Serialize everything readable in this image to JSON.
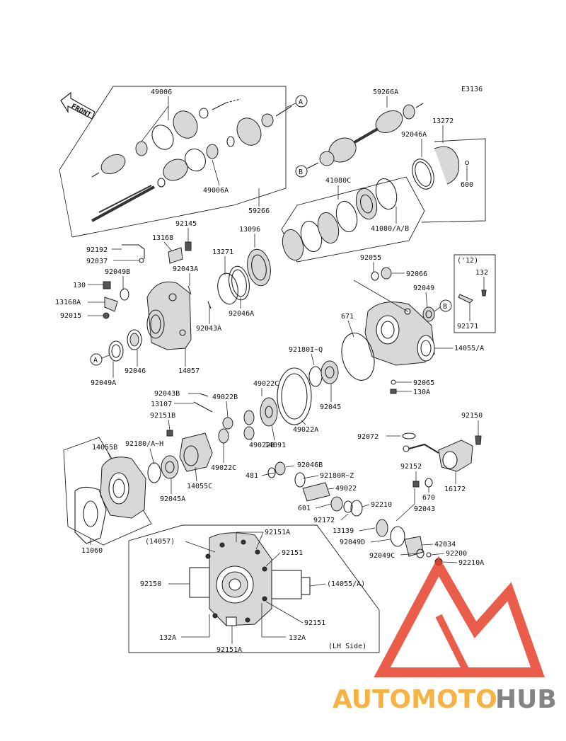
{
  "diagram": {
    "code": "E3136",
    "front_label": "FRONT",
    "inset_note": "(LH Side)",
    "revision_note": "('12)",
    "watermark": {
      "auto": "AUTOMOTO",
      "hub": "HUB"
    },
    "colors": {
      "watermark_red": "#e8412c",
      "watermark_orange": "#f5a623",
      "watermark_grey": "#6f6f6f"
    },
    "callouts": {
      "A": "A",
      "B": "B"
    },
    "labels": {
      "p49006": "49006",
      "p49006A": "49006A",
      "p59266": "59266",
      "p59266A": "59266A",
      "p13272": "13272",
      "p92046A_top": "92046A",
      "p600": "600",
      "p41080C": "41080C",
      "p41080AB": "41080/A/B",
      "p92145": "92145",
      "p13168": "13168",
      "p92192": "92192",
      "p92037": "92037",
      "p92049B": "92049B",
      "p130": "130",
      "p13168A": "13168A",
      "p92015": "92015",
      "p13271": "13271",
      "p13096": "13096",
      "p92043A_1": "92043A",
      "p92046A_mid": "92046A",
      "p92043A_2": "92043A",
      "p92055": "92055",
      "p92066": "92066",
      "p92049": "92049",
      "p132": "132",
      "p92171": "92171",
      "p671": "671",
      "p14055A": "14055/A",
      "p92180IQ": "92180I~Q",
      "p92065": "92065",
      "p130A": "130A",
      "p92045": "92045",
      "p92049A": "92049A",
      "p92046": "92046",
      "p14057": "14057",
      "p92043B": "92043B",
      "p49022C_1": "49022C",
      "p13107": "13107",
      "p49022B_1": "49022B",
      "p92151B": "92151B",
      "p49022B_2": "49022B",
      "p14091": "14091",
      "p49022A": "49022A",
      "p92180AH": "92180/A~H",
      "p14055B": "14055B",
      "p49022C_2": "49022C",
      "p14055C": "14055C",
      "p92045A": "92045A",
      "p92072": "92072",
      "p92150_r": "92150",
      "p92046B": "92046B",
      "p481": "481",
      "p92180RZ": "92180R~Z",
      "p49022": "49022",
      "p92152": "92152",
      "p16172": "16172",
      "p670": "670",
      "p601": "601",
      "p92210": "92210",
      "p92172": "92172",
      "p92043": "92043",
      "p13139": "13139",
      "p92049D": "92049D",
      "p42034": "42034",
      "p92049C": "92049C",
      "p92200": "92200",
      "p92210A": "92210A",
      "p11060": "11060",
      "in14057": "(14057)",
      "in92151A_top": "92151A",
      "in92151_r1": "92151",
      "in92150": "92150",
      "in14055A": "(14055/A)",
      "in92151_r2": "92151",
      "in132A_l": "132A",
      "in132A_r": "132A",
      "in92151A_b": "92151A"
    }
  }
}
